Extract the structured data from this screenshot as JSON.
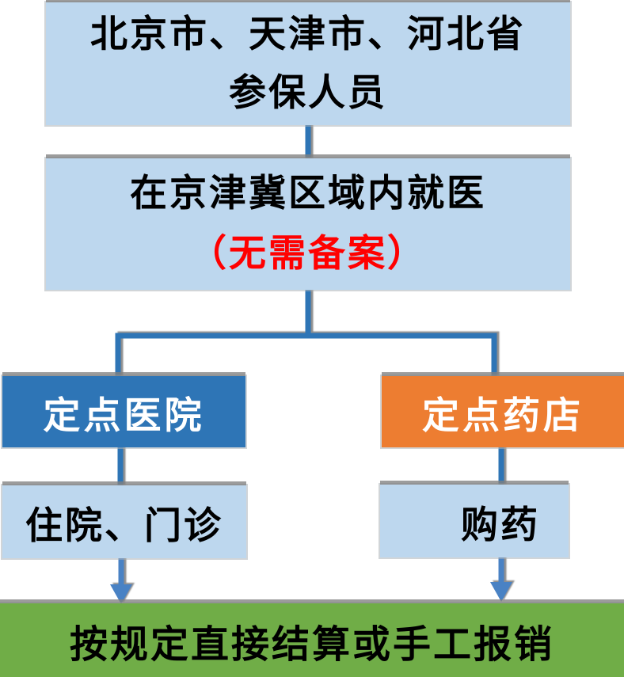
{
  "diagram": {
    "type": "flowchart",
    "language": "zh-CN",
    "nodes": {
      "insured": {
        "line1": "北京市、天津市、河北省",
        "line2": "参保人员",
        "fill": "#BDD7EE",
        "text_color": "#000000"
      },
      "region": {
        "line1": "在京津冀区域内就医",
        "line2": "（无需备案）",
        "fill": "#BDD7EE",
        "text_color": "#000000",
        "line2_color": "#FF0000"
      },
      "hospital": {
        "label": "定点医院",
        "fill": "#2E75B6",
        "text_color": "#FFFFFF"
      },
      "pharmacy": {
        "label": "定点药店",
        "fill": "#ED7D31",
        "text_color": "#FFFFFF"
      },
      "inpatient": {
        "label": "住院、门诊",
        "fill": "#BDD7EE",
        "text_color": "#000000"
      },
      "purchase": {
        "label": "购药",
        "fill": "#BDD7EE",
        "text_color": "#000000"
      },
      "settlement": {
        "label": "按规定直接结算或手工报销",
        "fill": "#70AD47",
        "text_color": "#000000"
      }
    },
    "edges": [
      {
        "from": "insured",
        "to": "region",
        "style": "line"
      },
      {
        "from": "region",
        "to": "hospital",
        "style": "elbow"
      },
      {
        "from": "region",
        "to": "pharmacy",
        "style": "elbow"
      },
      {
        "from": "hospital",
        "to": "inpatient",
        "style": "line"
      },
      {
        "from": "pharmacy",
        "to": "purchase",
        "style": "line"
      },
      {
        "from": "inpatient",
        "to": "settlement",
        "style": "arrow-down"
      },
      {
        "from": "purchase",
        "to": "settlement",
        "style": "arrow-down"
      }
    ],
    "colors": {
      "connector_blue": "#2E75B6",
      "arrow_blue": "#4A82C4",
      "shadow_gray": "#8C8C8C",
      "background": "#FFFFFF"
    }
  }
}
